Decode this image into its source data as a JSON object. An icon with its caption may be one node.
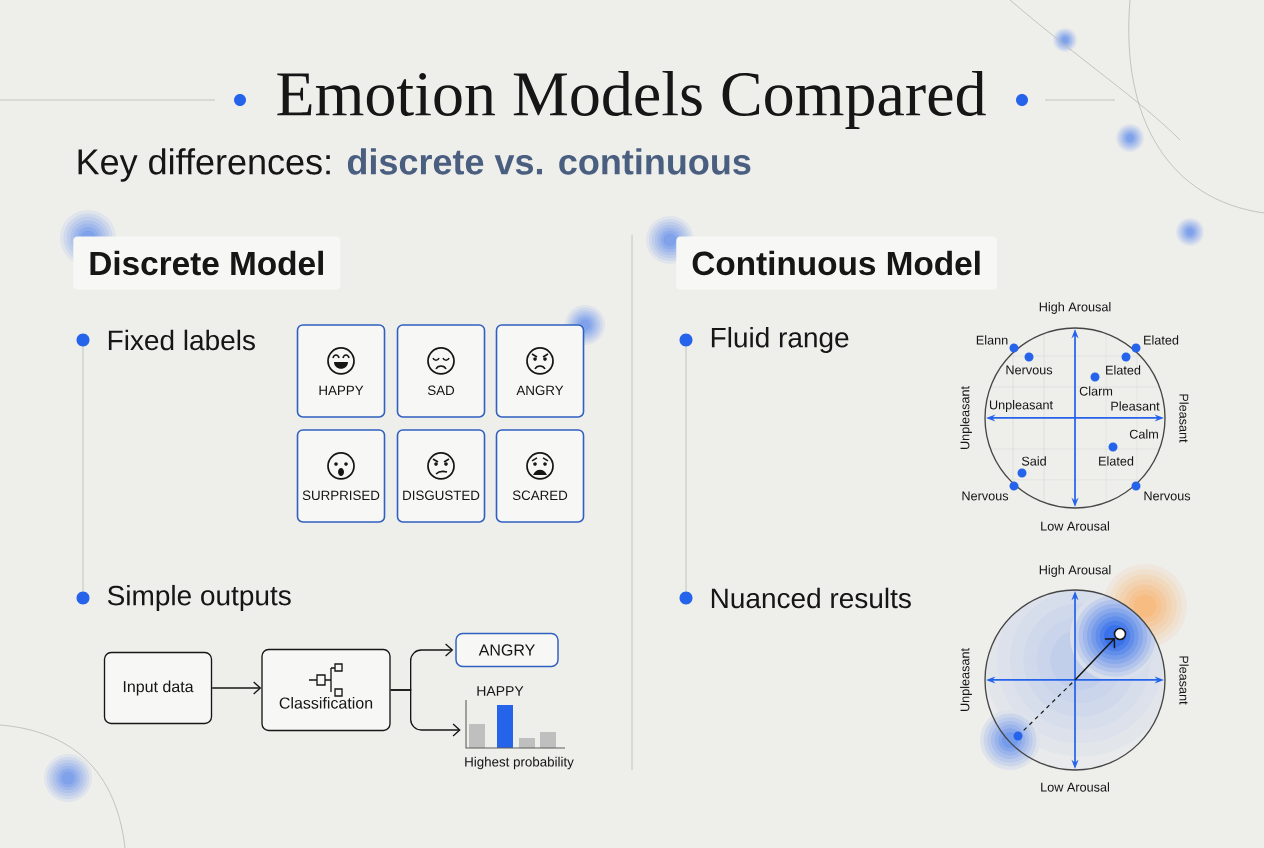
{
  "diagram": {
    "title": "Emotion Models Compared",
    "nodes": [
      {
        "text": [
          "Discrete Model"
        ]
      },
      {
        "text": [
          "Continuous Model"
        ]
      },
      {
        "text": [
          "HAPPY"
        ]
      },
      {
        "text": [
          "SAD"
        ]
      },
      {
        "text": [
          "ANGRY"
        ]
      },
      {
        "text": [
          "SURPRISED"
        ]
      },
      {
        "text": [
          "DISGUSTED"
        ]
      },
      {
        "text": [
          "SCARED"
        ]
      },
      {
        "text": [
          "Input data"
        ]
      },
      {
        "text": [
          "Classification"
        ]
      },
      {
        "text": [
          "ANGRY"
        ]
      },
      {
        "text": [],
        "shape": "picture",
        "beside": [
          "HAPPY",
          "Highest probability"
        ]
      }
    ],
    "edges": [
      {
        "from": 8,
        "to": 9,
        "arrow": "to"
      },
      {
        "from": 9,
        "to": 10,
        "arrow": "to"
      },
      {
        "from": 9,
        "to": 11,
        "arrow": "to"
      }
    ],
    "labels": [
      "Key differences: **discrete vs. continuous**",
      "Fixed labels",
      "Fluid range",
      "High Arousal",
      "Elann",
      "Elated",
      "Nervous",
      "Elated",
      "Clarm",
      "Unpleasant",
      "Unpleasant",
      "Pleasant",
      "Pleasant",
      "Calm",
      "Said",
      "Elated",
      "Nervous",
      "Nervous",
      "Low Arousal",
      "Simple outputs",
      "Nuanced results",
      "High Arousal",
      "Unpleasant",
      "Pleasant",
      "Low Arousal"
    ]
  }
}
